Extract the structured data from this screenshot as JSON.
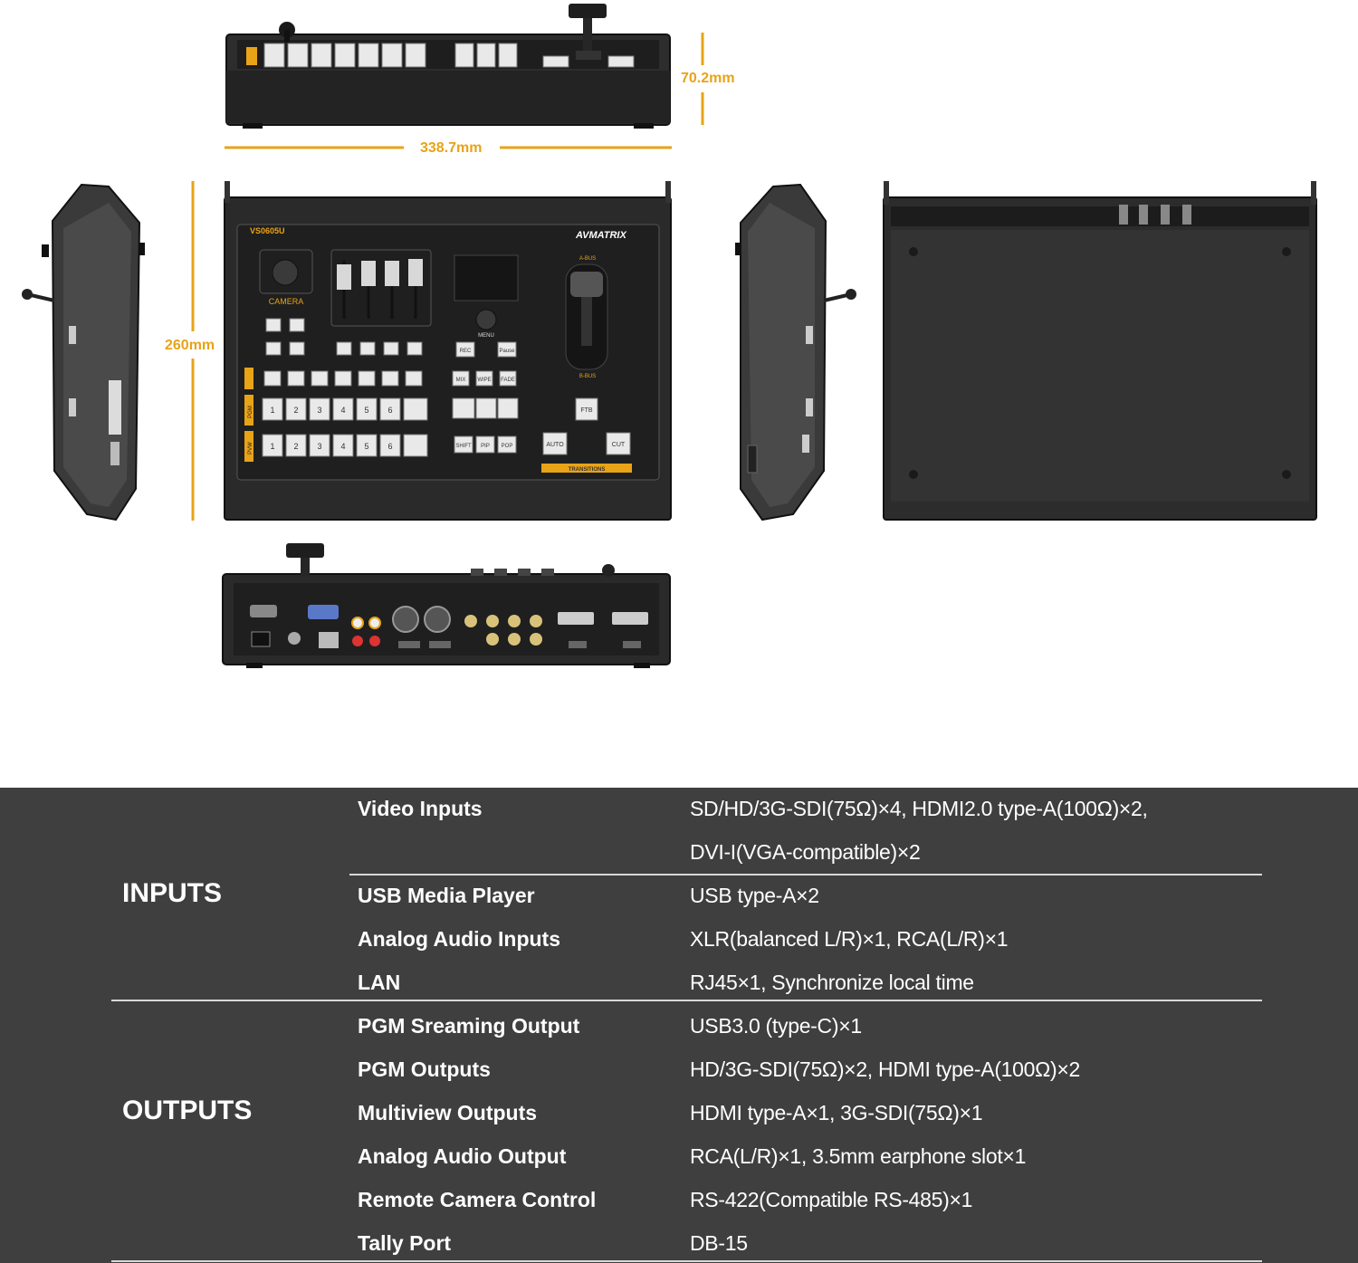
{
  "dimensions": {
    "height": "70.2mm",
    "width": "338.7mm",
    "depth": "260mm"
  },
  "device": {
    "brand": "AVMATRIX",
    "model": "VS0605U",
    "accent_color": "#e8a317",
    "bus_labels": [
      "PGM",
      "PVW"
    ],
    "buttons": [
      "1",
      "2",
      "3",
      "4",
      "5",
      "6"
    ],
    "control_labels": [
      "A-BUS",
      "B-BUS",
      "FTB",
      "AUTO",
      "CUT",
      "TRANSITIONS",
      "CAMERA",
      "REC",
      "Pause",
      "MIX",
      "WIPE",
      "FADE",
      "SHIFT",
      "PIP",
      "POP",
      "MENU"
    ]
  },
  "specs": {
    "inputs": {
      "title": "INPUTS",
      "rows": [
        {
          "label": "Video Inputs",
          "value": "SD/HD/3G-SDI(75Ω)×4, HDMI2.0 type-A(100Ω)×2,",
          "value2": "DVI-I(VGA-compatible)×2"
        },
        {
          "label": "USB Media Player",
          "value": "USB type-A×2"
        },
        {
          "label": "Analog Audio Inputs",
          "value": "XLR(balanced L/R)×1, RCA(L/R)×1"
        },
        {
          "label": "LAN",
          "value": "RJ45×1, Synchronize local time"
        }
      ]
    },
    "outputs": {
      "title": "OUTPUTS",
      "rows": [
        {
          "label": "PGM Sreaming Output",
          "value": "USB3.0 (type-C)×1"
        },
        {
          "label": "PGM Outputs",
          "value": "HD/3G-SDI(75Ω)×2, HDMI type-A(100Ω)×2"
        },
        {
          "label": "Multiview Outputs",
          "value": "HDMI type-A×1, 3G-SDI(75Ω)×1"
        },
        {
          "label": "Analog Audio Output",
          "value": "RCA(L/R)×1, 3.5mm earphone slot×1"
        },
        {
          "label": "Remote Camera Control",
          "value": "RS-422(Compatible RS-485)×1"
        },
        {
          "label": "Tally Port",
          "value": "DB-15"
        }
      ]
    }
  }
}
